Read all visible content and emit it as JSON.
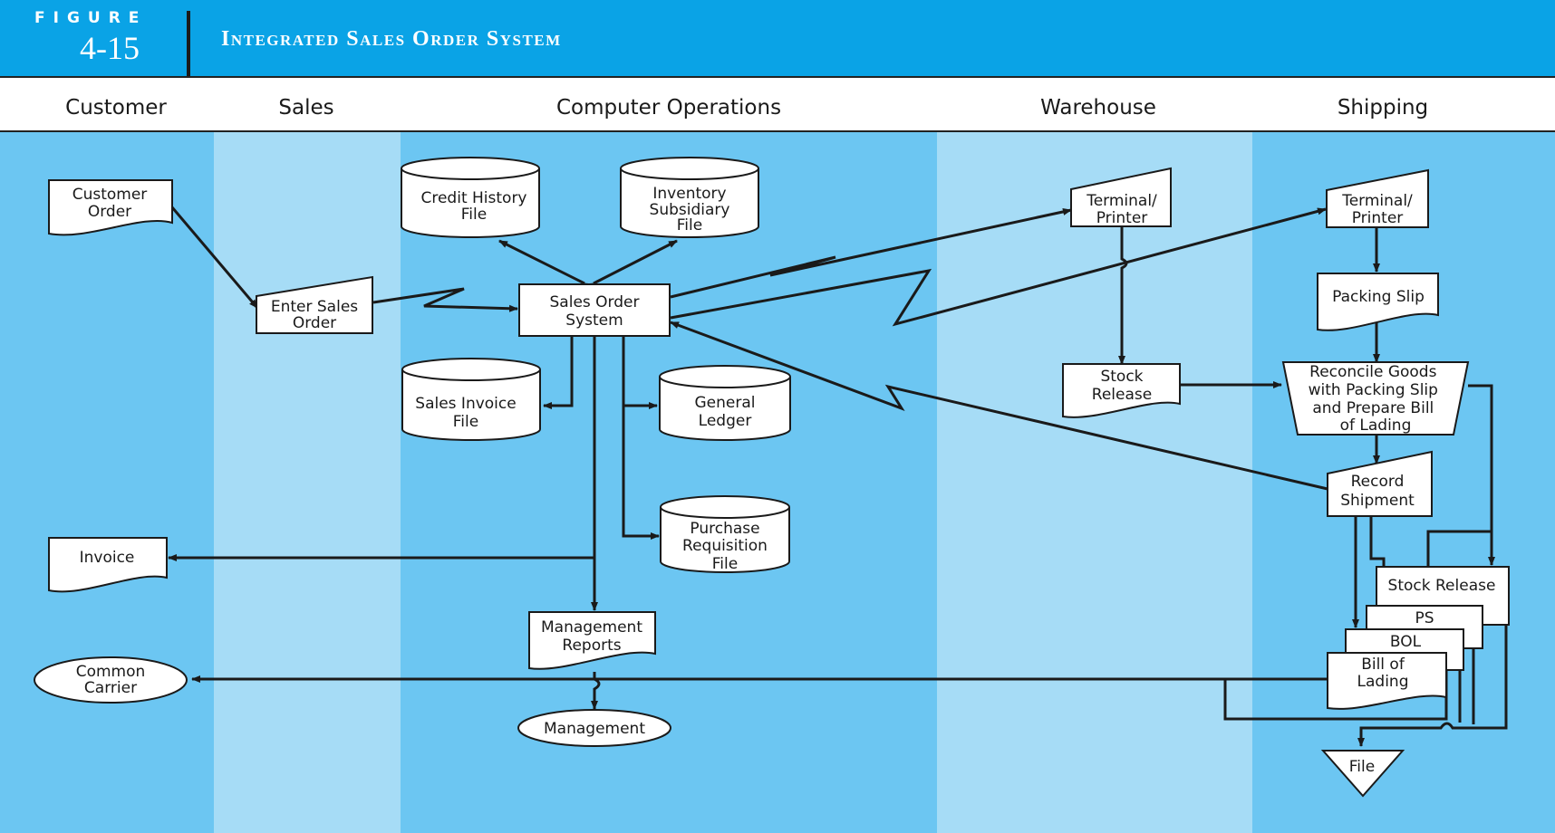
{
  "figure": {
    "label": "FIGURE",
    "number": "4-15",
    "title": "Integrated Sales Order System"
  },
  "lanes": [
    "Customer",
    "Sales",
    "Computer Operations",
    "Warehouse",
    "Shipping"
  ],
  "nodes": {
    "customer_order": [
      "Customer",
      "Order"
    ],
    "enter_sales_order": [
      "Enter Sales",
      "Order"
    ],
    "credit_history": [
      "Credit History",
      "File"
    ],
    "inventory_subsidiary": [
      "Inventory",
      "Subsidiary",
      "File"
    ],
    "sales_order_system": [
      "Sales Order",
      "System"
    ],
    "sales_invoice_file": [
      "Sales Invoice",
      "File"
    ],
    "general_ledger": [
      "General",
      "Ledger"
    ],
    "purchase_requisition": [
      "Purchase",
      "Requisition",
      "File"
    ],
    "invoice": [
      "Invoice"
    ],
    "management_reports": [
      "Management",
      "Reports"
    ],
    "management": [
      "Management"
    ],
    "common_carrier": [
      "Common",
      "Carrier"
    ],
    "warehouse_terminal": [
      "Terminal/",
      "Printer"
    ],
    "stock_release": [
      "Stock",
      "Release"
    ],
    "shipping_terminal": [
      "Terminal/",
      "Printer"
    ],
    "packing_slip": [
      "Packing Slip"
    ],
    "reconcile": [
      "Reconcile Goods",
      "with Packing Slip",
      "and Prepare Bill",
      "of Lading"
    ],
    "record_shipment": [
      "Record",
      "Shipment"
    ],
    "stack_stock_release": [
      "Stock Release"
    ],
    "stack_ps": [
      "PS"
    ],
    "stack_bol": [
      "BOL"
    ],
    "stack_bill_of_lading": [
      "Bill of",
      "Lading"
    ],
    "file": [
      "File"
    ]
  },
  "colors": {
    "header": "#0aa3e6",
    "lane_dark": "#6cc6f2",
    "lane_light": "#a6dcf6",
    "stroke": "#1a1a1a",
    "node_fill": "#ffffff"
  }
}
